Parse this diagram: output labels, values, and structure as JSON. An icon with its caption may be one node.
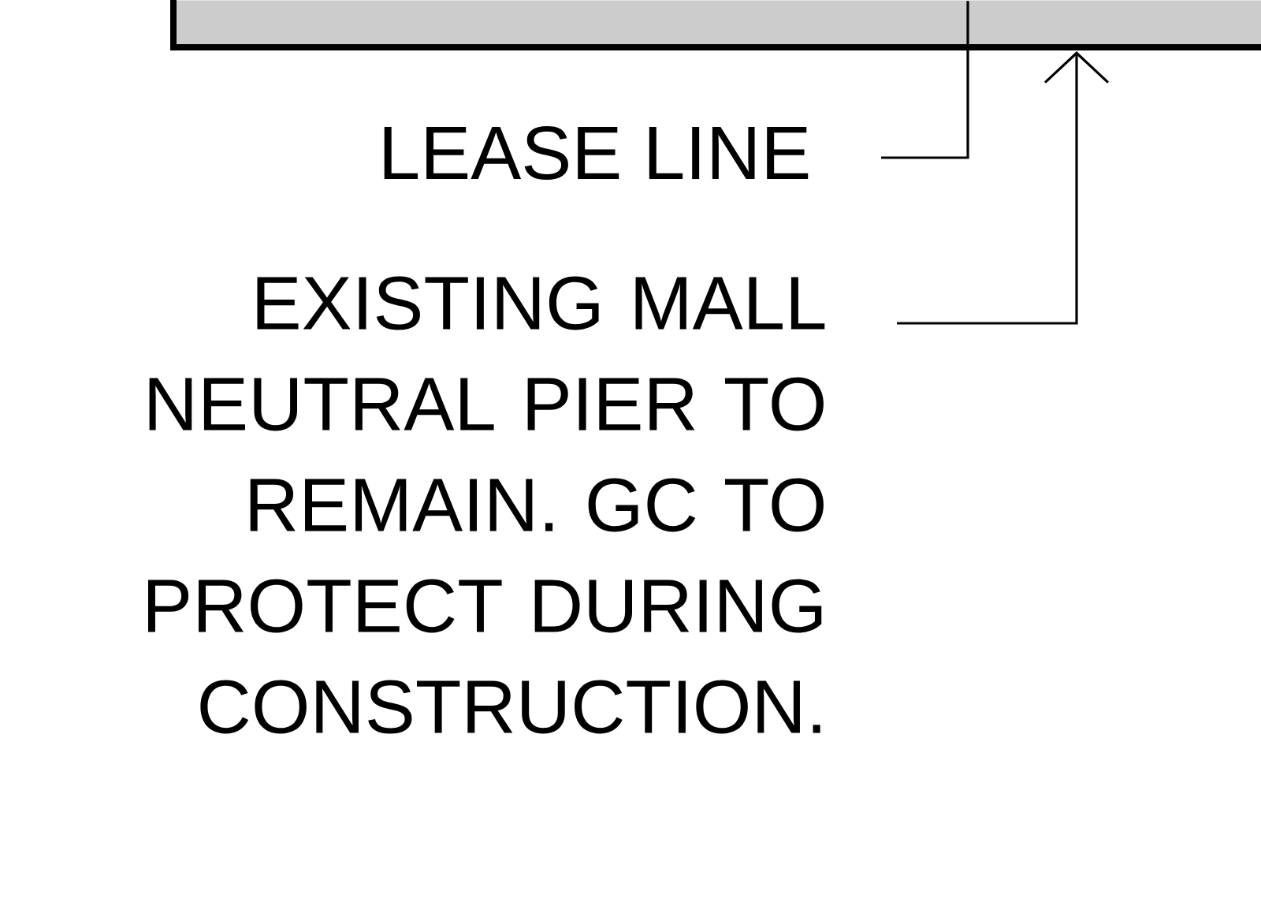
{
  "diagram": {
    "nodes": [
      {
        "text": [
          "LEASE LINE"
        ]
      },
      {
        "text": [
          "EXISTING MALL NEUTRAL PIER TO REMAIN. GC TO PROTECT DURING CONSTRUCTION."
        ]
      },
      {
        "text": [],
        "shape": "bar"
      }
    ],
    "edges": [
      {
        "from": 0,
        "to": 2,
        "arrow": "none"
      },
      {
        "from": 1,
        "to": 2,
        "arrow": "to"
      }
    ]
  }
}
